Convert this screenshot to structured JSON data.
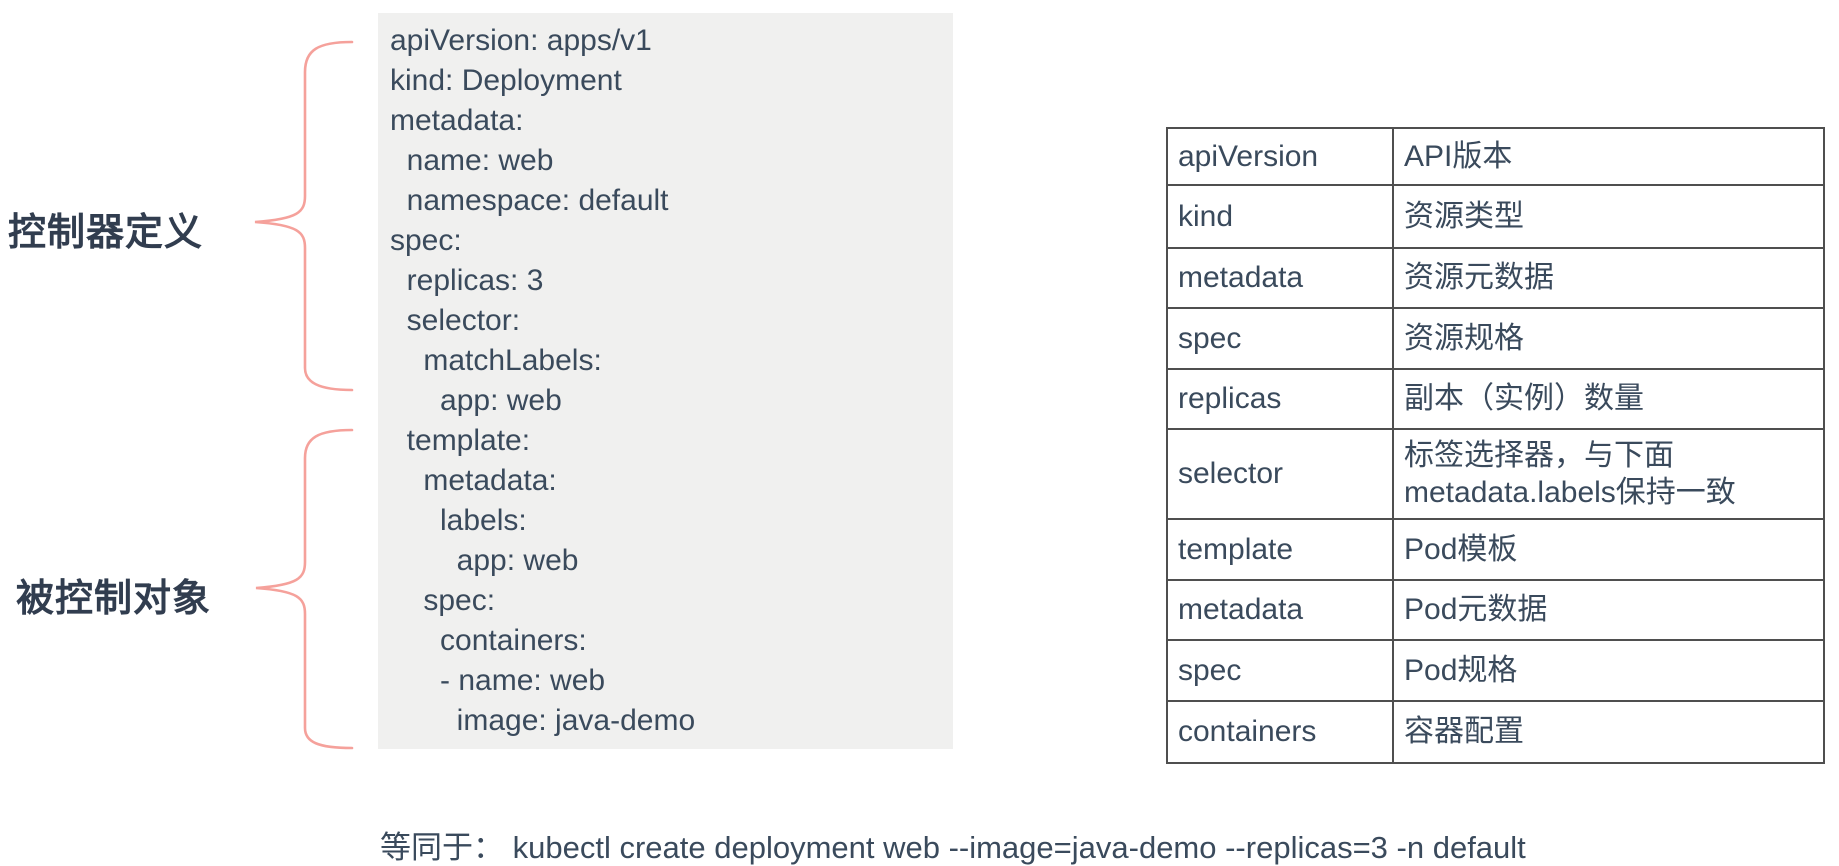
{
  "colors": {
    "code_background": "#f0f0ef",
    "text": "#3a4a5c",
    "label_text": "#313d4f",
    "brace": "#f5a19b",
    "table_border": "#4f4f4f"
  },
  "labels": {
    "controller_definition": "控制器定义",
    "controlled_object": "被控制对象"
  },
  "code_block": {
    "lines": [
      "apiVersion: apps/v1",
      "kind: Deployment",
      "metadata:",
      "  name: web",
      "  namespace: default",
      "spec:",
      "  replicas: 3",
      "  selector:",
      "    matchLabels:",
      "      app: web",
      "  template:",
      "    metadata:",
      "      labels:",
      "        app: web",
      "    spec:",
      "      containers:",
      "      - name: web",
      "        image: java-demo"
    ]
  },
  "table": {
    "rows": [
      {
        "key": "apiVersion",
        "desc": "API版本"
      },
      {
        "key": "kind",
        "desc": "资源类型"
      },
      {
        "key": "metadata",
        "desc": "资源元数据"
      },
      {
        "key": "spec",
        "desc": "资源规格"
      },
      {
        "key": "replicas",
        "desc": "副本（实例）数量"
      },
      {
        "key": "selector",
        "desc": "标签选择器，与下面metadata.labels保持一致"
      },
      {
        "key": "template",
        "desc": "Pod模板"
      },
      {
        "key": "metadata",
        "desc": "Pod元数据"
      },
      {
        "key": "spec",
        "desc": "Pod规格"
      },
      {
        "key": "containers",
        "desc": "容器配置"
      }
    ]
  },
  "footer": {
    "equivalent_command": "等同于： kubectl create deployment web --image=java-demo --replicas=3 -n default"
  }
}
